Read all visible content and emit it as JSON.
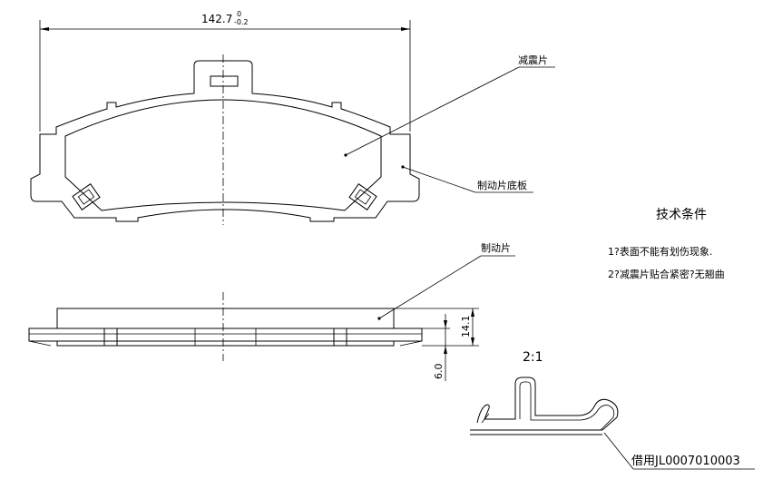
{
  "dimensions": {
    "width_value": "142.7",
    "width_tol_upper": "0",
    "width_tol_lower": "-0.2",
    "thickness_total": "14.1",
    "thickness_plate": "6.0"
  },
  "callouts": {
    "friction_material": "减震片",
    "backing_plate": "制动片底板",
    "brake_pad": "制动片"
  },
  "tech_requirements": {
    "title": "技术条件",
    "item_1": "1?表面不能有划伤现象.",
    "item_2": "2?减震片贴合紧密?无翘曲"
  },
  "detail": {
    "scale": "2:1",
    "reference": "借用JL0007010003"
  }
}
